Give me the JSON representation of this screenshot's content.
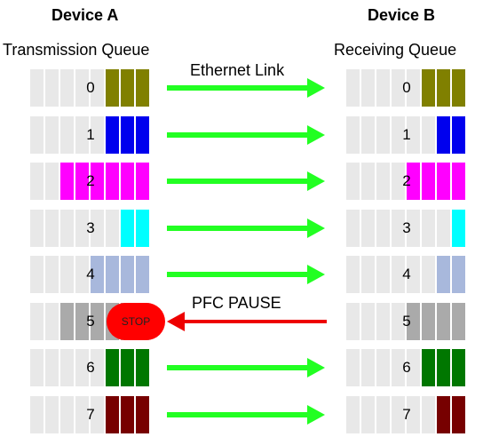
{
  "device_a": {
    "title": "Device A",
    "queue_title": "Transmission Queue"
  },
  "device_b": {
    "title": "Device B",
    "queue_title": "Receiving Queue"
  },
  "link_label": "Ethernet Link",
  "pause_label": "PFC PAUSE",
  "stop_label": "STOP",
  "colors": {
    "empty": "#e8e8e8",
    "forward_arrow": "#22ff22",
    "pause_arrow": "#ee0000",
    "stop": "#ff0000"
  },
  "queues": [
    {
      "id": "0",
      "color": "#808000",
      "tx_filled": 3,
      "rx_filled": 3,
      "direction": "forward"
    },
    {
      "id": "1",
      "color": "#0000ee",
      "tx_filled": 3,
      "rx_filled": 2,
      "direction": "forward"
    },
    {
      "id": "2",
      "color": "#ff00ff",
      "tx_filled": 6,
      "rx_filled": 4,
      "direction": "forward"
    },
    {
      "id": "3",
      "color": "#00ffff",
      "tx_filled": 2,
      "rx_filled": 1,
      "direction": "forward"
    },
    {
      "id": "4",
      "color": "#a8b8dc",
      "tx_filled": 4,
      "rx_filled": 2,
      "direction": "forward"
    },
    {
      "id": "5",
      "color": "#aaaaaa",
      "tx_filled": 6,
      "rx_filled": 4,
      "direction": "pause"
    },
    {
      "id": "6",
      "color": "#007700",
      "tx_filled": 3,
      "rx_filled": 3,
      "direction": "forward"
    },
    {
      "id": "7",
      "color": "#770000",
      "tx_filled": 3,
      "rx_filled": 2,
      "direction": "forward"
    }
  ]
}
